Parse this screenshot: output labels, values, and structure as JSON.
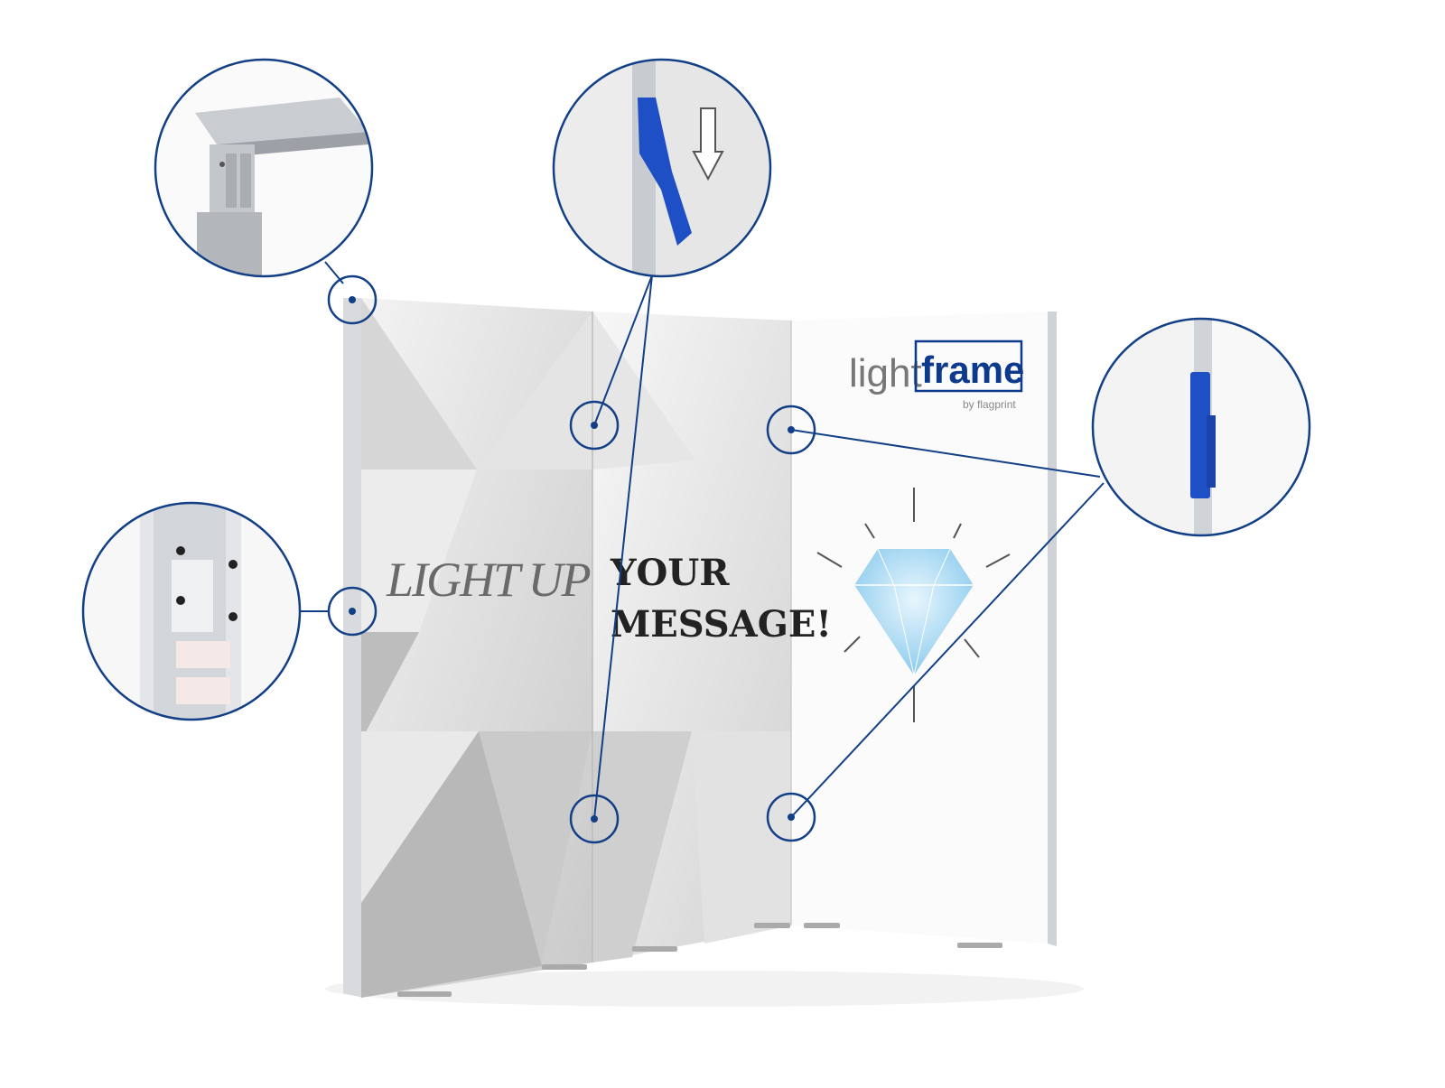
{
  "wall": {
    "headline_left": "LIGHT UP",
    "headline_right_line1": "YOUR",
    "headline_right_line2": "MESSAGE!"
  },
  "logo": {
    "word1": "light",
    "word2": "frame",
    "tagline": "by flagprint"
  },
  "colors": {
    "accent": "#123f86",
    "clip_blue": "#1f4fc4",
    "frame_grey": "#cfd2d6"
  },
  "callouts": [
    {
      "icon": "frame-corner-detail"
    },
    {
      "icon": "led-strip-detail"
    },
    {
      "icon": "clip-insert-arrow-detail"
    },
    {
      "icon": "connector-clip-detail"
    }
  ]
}
